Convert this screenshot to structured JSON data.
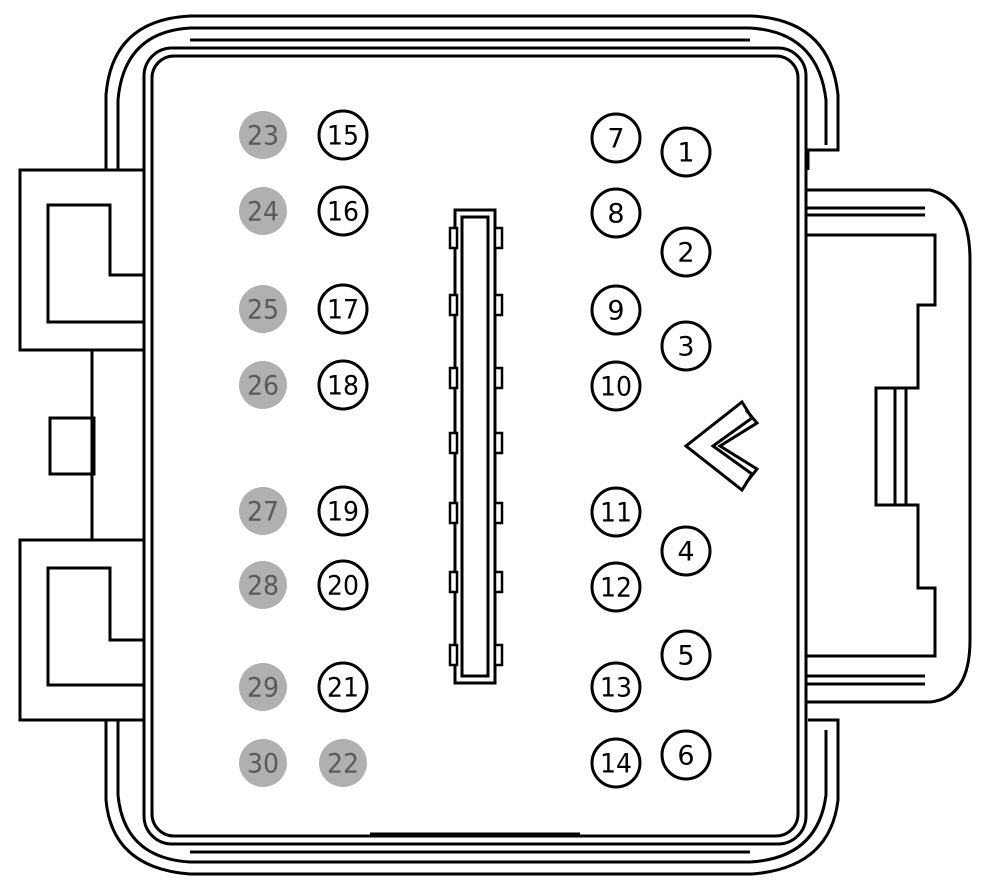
{
  "diagram": {
    "colors": {
      "line": "#000000",
      "face": "#ffffff",
      "pin_active_fill": "#ffffff",
      "pin_active_stroke": "#000000",
      "pin_active_text": "#000000",
      "pin_inactive_fill": "#b0b0b0",
      "pin_inactive_text": "#5a5a5a"
    },
    "pins": [
      {
        "label": "1",
        "active": true
      },
      {
        "label": "2",
        "active": true
      },
      {
        "label": "3",
        "active": true
      },
      {
        "label": "4",
        "active": true
      },
      {
        "label": "5",
        "active": true
      },
      {
        "label": "6",
        "active": true
      },
      {
        "label": "7",
        "active": true
      },
      {
        "label": "8",
        "active": true
      },
      {
        "label": "9",
        "active": true
      },
      {
        "label": "10",
        "active": true
      },
      {
        "label": "11",
        "active": true
      },
      {
        "label": "12",
        "active": true
      },
      {
        "label": "13",
        "active": true
      },
      {
        "label": "14",
        "active": true
      },
      {
        "label": "15",
        "active": true
      },
      {
        "label": "16",
        "active": true
      },
      {
        "label": "17",
        "active": true
      },
      {
        "label": "18",
        "active": true
      },
      {
        "label": "19",
        "active": true
      },
      {
        "label": "20",
        "active": true
      },
      {
        "label": "21",
        "active": true
      },
      {
        "label": "22",
        "active": false
      },
      {
        "label": "23",
        "active": false
      },
      {
        "label": "24",
        "active": false
      },
      {
        "label": "25",
        "active": false
      },
      {
        "label": "26",
        "active": false
      },
      {
        "label": "27",
        "active": false
      },
      {
        "label": "28",
        "active": false
      },
      {
        "label": "29",
        "active": false
      },
      {
        "label": "30",
        "active": false
      }
    ]
  }
}
